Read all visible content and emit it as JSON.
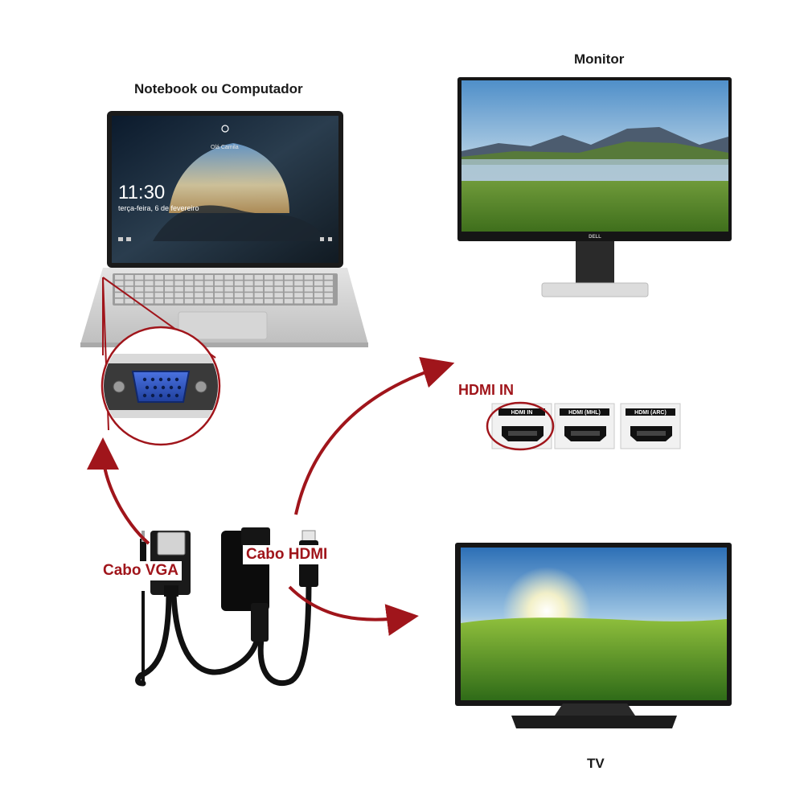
{
  "labels": {
    "laptop": "Notebook ou Computador",
    "monitor": "Monitor",
    "tv": "TV",
    "hdmi_in": "HDMI IN",
    "cabo_vga": "Cabo VGA",
    "cabo_hdmi": "Cabo HDMI"
  },
  "lockscreen": {
    "time": "11:30",
    "date": "terça-feira, 6 de fevereiro",
    "greeting": "Olá Camila"
  },
  "ports": [
    {
      "label": "HDMI IN",
      "highlighted": true
    },
    {
      "label": "HDMI (MHL)",
      "highlighted": false
    },
    {
      "label": "HDMI (ARC)",
      "highlighted": false
    }
  ],
  "monitor_brand": "DELL",
  "colors": {
    "accent": "#a0151b",
    "vga_blue": "#2f55c8",
    "cable": "#111111"
  }
}
